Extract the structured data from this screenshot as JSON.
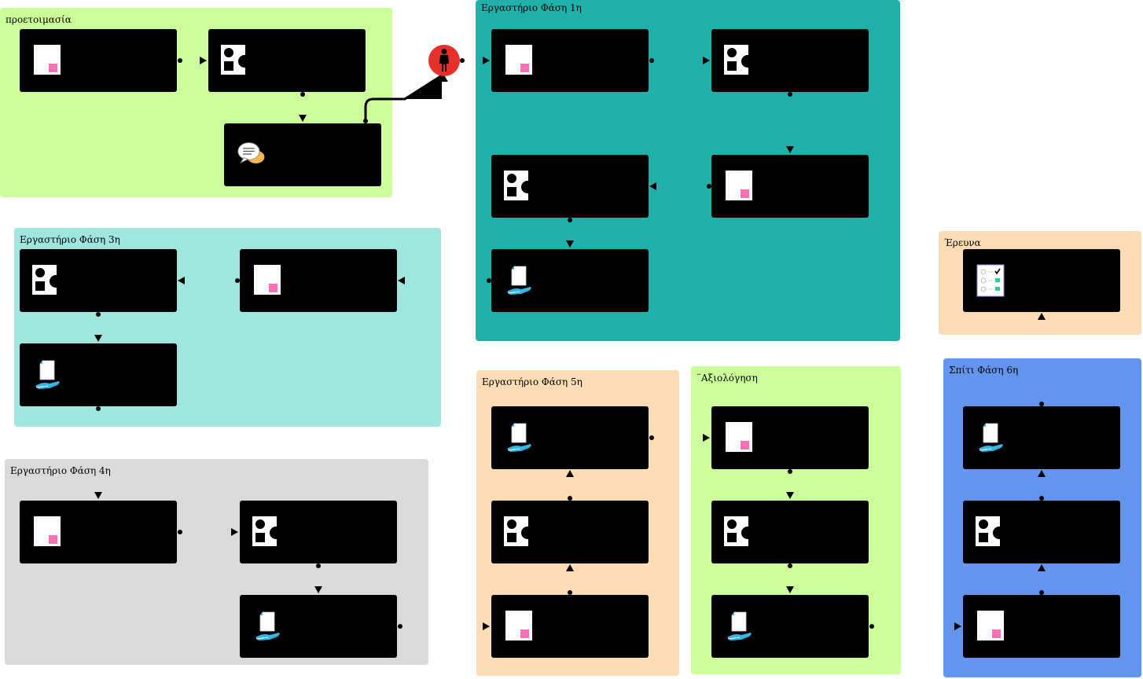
{
  "groups": {
    "prep": {
      "title": "προετοιμασία",
      "color": "#ccff99"
    },
    "lab1": {
      "title": "Εργαστήριο Φάση 1η",
      "color": "#20b2aa"
    },
    "lab3": {
      "title": "Εργαστήριο Φάση 3η",
      "color": "#9ee6de"
    },
    "research": {
      "title": "Έρευνα",
      "color": "#fcdcb4"
    },
    "lab4": {
      "title": "Εργαστήριο Φάση 4η",
      "color": "#dadada"
    },
    "lab5": {
      "title": "Εργαστήριο Φάση 5η",
      "color": "#fcdcb4"
    },
    "eval": {
      "title": "¨Αξιολόγηση",
      "color": "#ccff99"
    },
    "home6": {
      "title": "Σπίτι Φάση 6η",
      "color": "#6495ed"
    }
  },
  "icons": {
    "document": "document-icon",
    "shapes": "shapes-icon",
    "chat": "chat-bubbles-icon",
    "hand_doc": "hand-document-icon",
    "checklist": "checklist-icon",
    "actor": "person-icon"
  },
  "colors": {
    "actor": "#e8302a",
    "accent_pink": "#ff6eb4",
    "accent_blue": "#33b5e5"
  }
}
